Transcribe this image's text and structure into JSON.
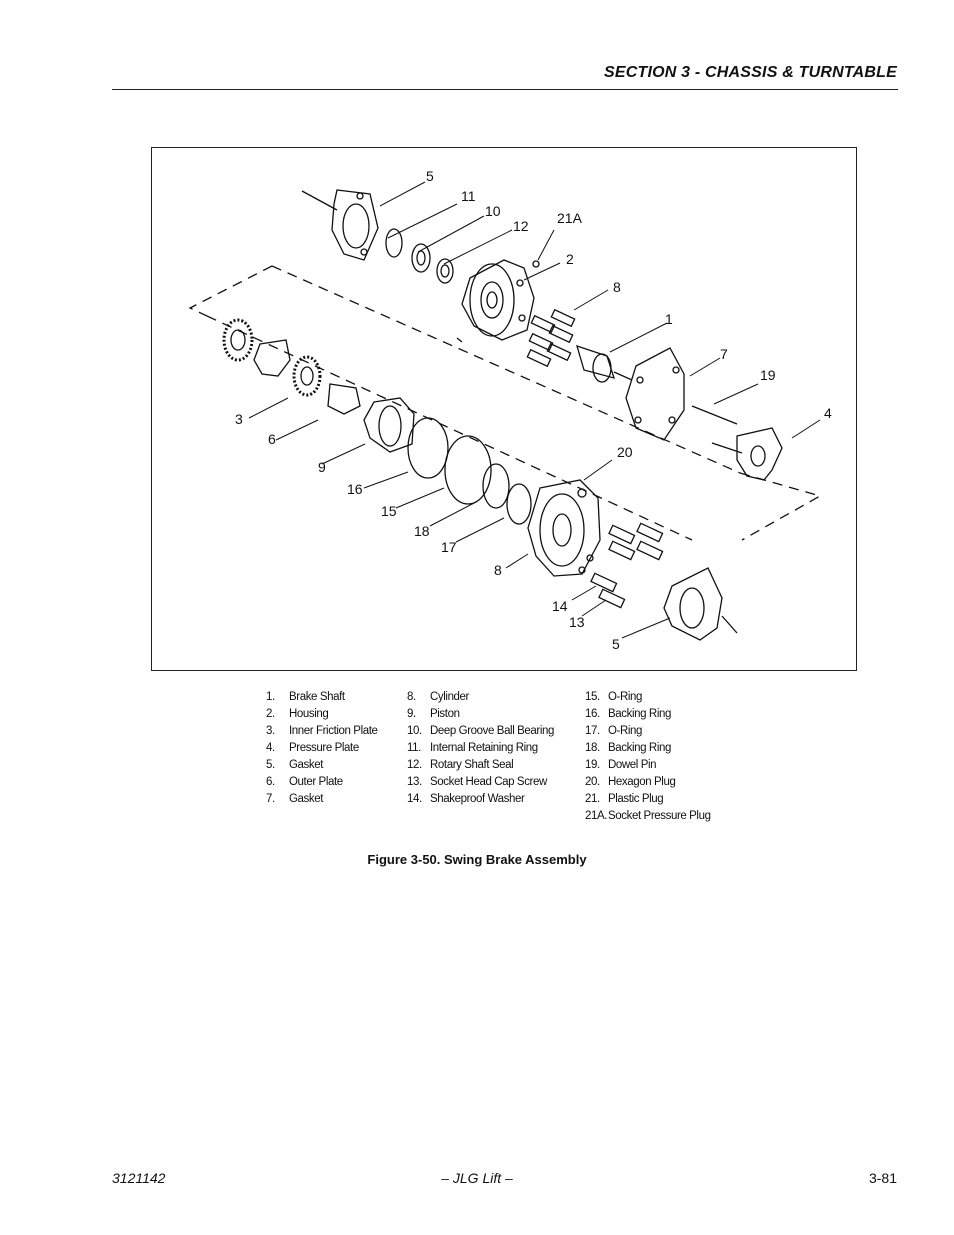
{
  "header": {
    "section_title": "SECTION 3 - CHASSIS & TURNTABLE"
  },
  "figure": {
    "callouts": [
      "5",
      "11",
      "10",
      "12",
      "21A",
      "2",
      "8",
      "1",
      "7",
      "19",
      "4",
      "3",
      "6",
      "9",
      "16",
      "15",
      "18",
      "17",
      "20",
      "8",
      "14",
      "13",
      "5"
    ]
  },
  "legend": {
    "col1": [
      {
        "num": "1.",
        "label": "Brake Shaft"
      },
      {
        "num": "2.",
        "label": "Housing"
      },
      {
        "num": "3.",
        "label": "Inner Friction Plate"
      },
      {
        "num": "4.",
        "label": "Pressure Plate"
      },
      {
        "num": "5.",
        "label": "Gasket"
      },
      {
        "num": "6.",
        "label": "Outer Plate"
      },
      {
        "num": "7.",
        "label": "Gasket"
      }
    ],
    "col2": [
      {
        "num": "8.",
        "label": "Cylinder"
      },
      {
        "num": "9.",
        "label": "Piston"
      },
      {
        "num": "10.",
        "label": "Deep Groove Ball Bearing"
      },
      {
        "num": "11.",
        "label": "Internal Retaining Ring"
      },
      {
        "num": "12.",
        "label": "Rotary Shaft Seal"
      },
      {
        "num": "13.",
        "label": "Socket Head Cap Screw"
      },
      {
        "num": "14.",
        "label": "Shakeproof Washer"
      }
    ],
    "col3": [
      {
        "num": "15.",
        "label": "O-Ring"
      },
      {
        "num": "16.",
        "label": "Backing Ring"
      },
      {
        "num": "17.",
        "label": "O-Ring"
      },
      {
        "num": "18.",
        "label": "Backing Ring"
      },
      {
        "num": "19.",
        "label": "Dowel Pin"
      },
      {
        "num": "20.",
        "label": "Hexagon Plug"
      },
      {
        "num": "21.",
        "label": "Plastic Plug"
      },
      {
        "num": "21A.",
        "label": "Socket Pressure Plug"
      }
    ]
  },
  "caption": "Figure 3-50.  Swing Brake Assembly",
  "footer": {
    "doc_number": "3121142",
    "center": "– JLG Lift –",
    "page": "3-81"
  }
}
